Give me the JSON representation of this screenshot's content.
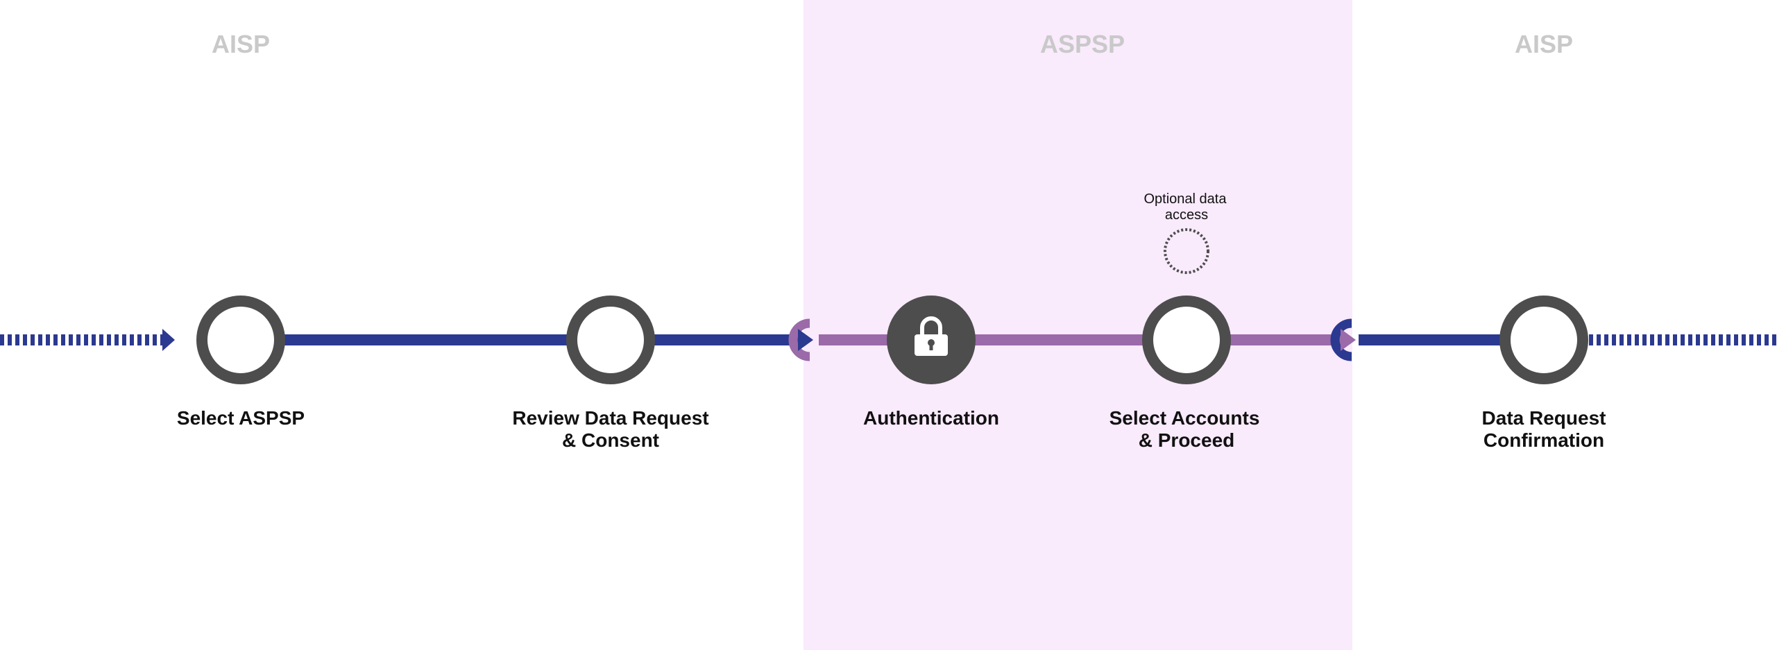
{
  "zones": {
    "left": "AISP",
    "middle": "ASPSP",
    "right": "AISP"
  },
  "steps": [
    {
      "line1": "Select ASPSP",
      "line2": ""
    },
    {
      "line1": "Review Data Request",
      "line2": "& Consent"
    },
    {
      "line1": "Authentication",
      "line2": ""
    },
    {
      "line1": "Select Accounts",
      "line2": "& Proceed"
    },
    {
      "line1": "Data Request",
      "line2": "Confirmation"
    }
  ],
  "optional": {
    "line1": "Optional data",
    "line2": "access"
  },
  "icons": {
    "authentication": "lock-icon"
  },
  "colors": {
    "aisp_line": "#2b3990",
    "aspsp_line": "#9b6aa8",
    "aspsp_zone": "#f9eafc",
    "node_ring": "#4d4d4d",
    "zone_label": "#c9c9c9"
  }
}
